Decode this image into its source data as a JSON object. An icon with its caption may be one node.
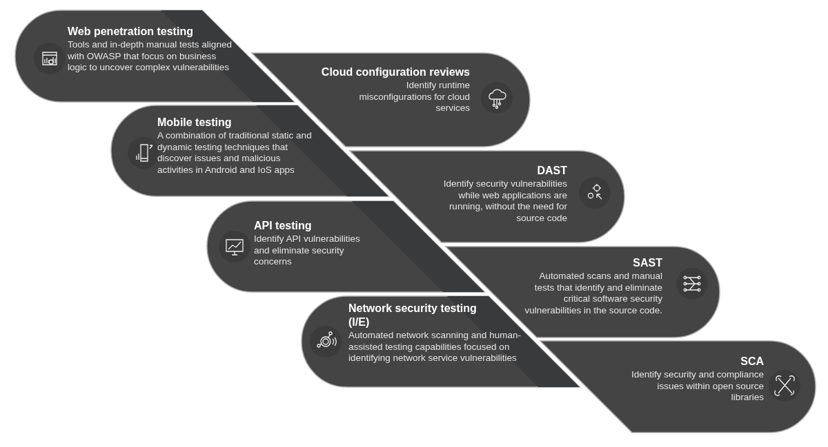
{
  "diagram": {
    "nodes": [
      {
        "text": [
          "Web penetration testing",
          "Tools and in-depth manual tests aligned with OWASP that focus on business logic to uncover complex vulnerabilities"
        ]
      },
      {
        "text": [
          "Cloud configuration reviews",
          "Identify runtime misconfigurations for cloud services"
        ]
      },
      {
        "text": [
          "Mobile testing",
          "A combination of traditional static and dynamic testing techniques that discover issues and malicious activities in Android and IoS apps"
        ]
      },
      {
        "text": [
          "DAST",
          "Identify security vulnerabilities while web applications are running, without the need for source code"
        ]
      },
      {
        "text": [
          "API testing",
          "Identify API vulnerabilities and eliminate security concerns"
        ]
      },
      {
        "text": [
          "SAST",
          "Automated scans and manual tests that identify and eliminate critical software security vulnerabilities in the source code."
        ]
      },
      {
        "text": [
          "Network security testing (I/E)",
          "Automated network scanning and human-assisted testing capabilities focused on identifying network service vulnerabilities"
        ]
      },
      {
        "text": [
          "SCA",
          "Identify security and compliance issues within open source libraries"
        ]
      }
    ]
  }
}
